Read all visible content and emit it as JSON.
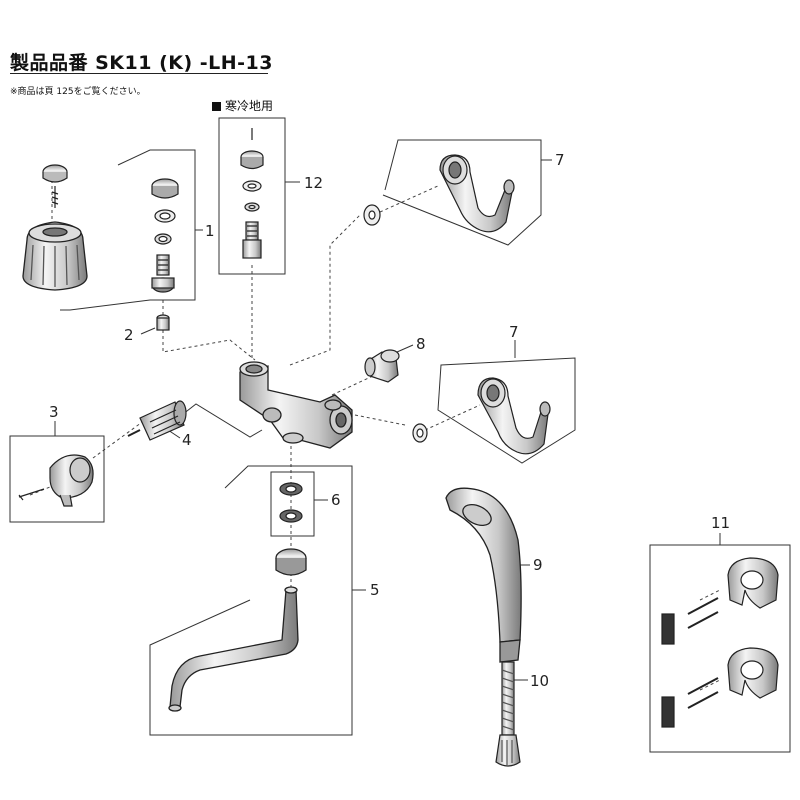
{
  "header": {
    "title": "製品品番 SK11 (K) -LH-13",
    "note": "※商品は頁 125をご覧ください。",
    "cold_region_label": "寒冷地用"
  },
  "callouts": [
    "1",
    "2",
    "3",
    "4",
    "5",
    "6",
    "7",
    "7",
    "8",
    "9",
    "10",
    "11",
    "12"
  ]
}
